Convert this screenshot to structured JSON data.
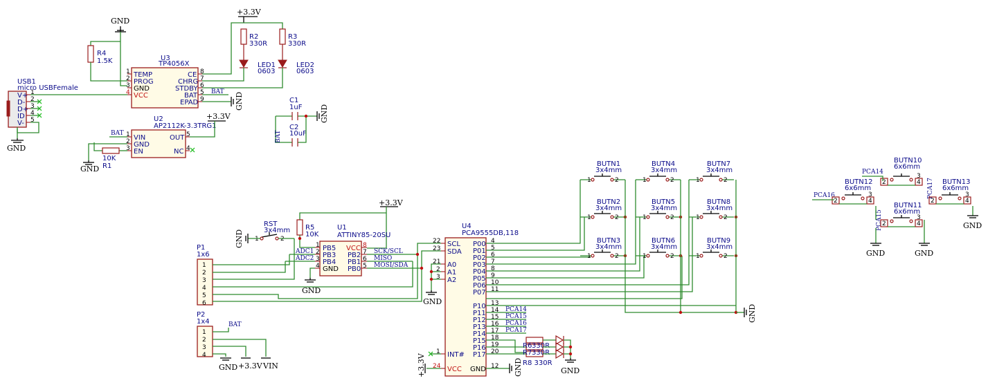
{
  "power": {
    "gnd": "GND",
    "v33": "+3.3V",
    "vin": "VIN"
  },
  "nets": {
    "bat": "BAT",
    "adc1": "ADC1",
    "adc2": "ADC2",
    "sck": "SCK/SCL",
    "miso": "MISO",
    "mosi": "MOSI/SDA",
    "pca14": "PCA14",
    "pca15": "PCA15",
    "pca16": "PCA16",
    "pca17": "PCA17"
  },
  "usb": {
    "ref": "USB1",
    "value": "micro USBFemale",
    "pins": [
      {
        "name": "V+",
        "num": "1"
      },
      {
        "name": "D-",
        "num": "2"
      },
      {
        "name": "D+",
        "num": "3"
      },
      {
        "name": "ID",
        "num": "4"
      },
      {
        "name": "V-",
        "num": "5"
      }
    ]
  },
  "r4": {
    "ref": "R4",
    "value": "1.5K"
  },
  "r2": {
    "ref": "R2",
    "value": "330R"
  },
  "r3": {
    "ref": "R3",
    "value": "330R"
  },
  "r1": {
    "ref": "R1",
    "value": "10K"
  },
  "r5": {
    "ref": "R5",
    "value": "10K"
  },
  "r6r7": {
    "r6": "R6",
    "r7": "R7",
    "val": "330R",
    "r8": "R8 330R"
  },
  "led1": {
    "ref": "LED1",
    "value": "0603"
  },
  "led2": {
    "ref": "LED2",
    "value": "0603"
  },
  "c1": {
    "ref": "C1",
    "value": "1uF"
  },
  "c2": {
    "ref": "C2",
    "value": "10uF"
  },
  "u3": {
    "ref": "U3",
    "value": "TP4056X",
    "left": [
      {
        "name": "TEMP",
        "num": "1"
      },
      {
        "name": "PROG",
        "num": "2"
      },
      {
        "name": "GND",
        "num": "3"
      },
      {
        "name": "VCC",
        "num": "4"
      }
    ],
    "right": [
      {
        "name": "CE",
        "num": "8"
      },
      {
        "name": "CHRG",
        "num": "7"
      },
      {
        "name": "STDBY",
        "num": "6"
      },
      {
        "name": "BAT",
        "num": "5"
      },
      {
        "name": "EPAD",
        "num": "9"
      }
    ]
  },
  "u2": {
    "ref": "U2",
    "value": "AP2112K-3.3TRG1",
    "left": [
      {
        "name": "VIN",
        "num": "1"
      },
      {
        "name": "GND",
        "num": "2"
      },
      {
        "name": "EN",
        "num": "3"
      }
    ],
    "right": [
      {
        "name": "OUT",
        "num": "5"
      },
      {
        "name": "NC",
        "num": "4"
      }
    ]
  },
  "u1": {
    "ref": "U1",
    "value": "ATTINY85-20SU",
    "left": [
      {
        "name": "PB5",
        "num": "1"
      },
      {
        "name": "PB3",
        "num": "2"
      },
      {
        "name": "PB4",
        "num": "3"
      },
      {
        "name": "GND",
        "num": "4"
      }
    ],
    "right": [
      {
        "name": "VCC",
        "num": "8"
      },
      {
        "name": "PB2",
        "num": "7"
      },
      {
        "name": "PB1",
        "num": "6"
      },
      {
        "name": "PB0",
        "num": "5"
      }
    ]
  },
  "u4": {
    "ref": "U4",
    "value": "PCA9555DB,118",
    "left": [
      {
        "name": "SCL",
        "num": "22"
      },
      {
        "name": "SDA",
        "num": "23"
      },
      {
        "name": "A0",
        "num": "21"
      },
      {
        "name": "A1",
        "num": "2"
      },
      {
        "name": "A2",
        "num": "3"
      },
      {
        "name": "INT#",
        "num": "1"
      },
      {
        "name": "VCC",
        "num": "24"
      }
    ],
    "right": [
      {
        "name": "P00",
        "num": "4"
      },
      {
        "name": "P01",
        "num": "5"
      },
      {
        "name": "P02",
        "num": "6"
      },
      {
        "name": "P03",
        "num": "7"
      },
      {
        "name": "P04",
        "num": "8"
      },
      {
        "name": "P05",
        "num": "9"
      },
      {
        "name": "P06",
        "num": "10"
      },
      {
        "name": "P07",
        "num": "11"
      },
      {
        "name": "P10",
        "num": "13"
      },
      {
        "name": "P11",
        "num": "14"
      },
      {
        "name": "P12",
        "num": "15"
      },
      {
        "name": "P13",
        "num": "16"
      },
      {
        "name": "P14",
        "num": "17"
      },
      {
        "name": "P15",
        "num": "18"
      },
      {
        "name": "P16",
        "num": "19"
      },
      {
        "name": "P17",
        "num": "20"
      },
      {
        "name": "GND",
        "num": "12"
      }
    ]
  },
  "rst": {
    "ref": "RST",
    "value": "3x4mm"
  },
  "p1": {
    "ref": "P1",
    "value": "1x6",
    "pins": [
      "1",
      "2",
      "3",
      "4",
      "5",
      "6"
    ]
  },
  "p2": {
    "ref": "P2",
    "value": "1x4",
    "pins": [
      "1",
      "2",
      "3",
      "4"
    ]
  },
  "buttons_small": [
    {
      "ref": "BUTN1",
      "value": "3x4mm"
    },
    {
      "ref": "BUTN4",
      "value": "3x4mm"
    },
    {
      "ref": "BUTN7",
      "value": "3x4mm"
    },
    {
      "ref": "BUTN2",
      "value": "3x4mm"
    },
    {
      "ref": "BUTN5",
      "value": "3x4mm"
    },
    {
      "ref": "BUTN8",
      "value": "3x4mm"
    },
    {
      "ref": "BUTN3",
      "value": "3x4mm"
    },
    {
      "ref": "BUTN6",
      "value": "3x4mm"
    },
    {
      "ref": "BUTN9",
      "value": "3x4mm"
    }
  ],
  "buttons_large": [
    {
      "ref": "BUTN10",
      "value": "6x6mm"
    },
    {
      "ref": "BUTN12",
      "value": "6x6mm"
    },
    {
      "ref": "BUTN13",
      "value": "6x6mm"
    },
    {
      "ref": "BUTN11",
      "value": "6x6mm"
    }
  ],
  "pin_labels": {
    "one": "1",
    "two": "2",
    "three": "3",
    "four": "4"
  }
}
